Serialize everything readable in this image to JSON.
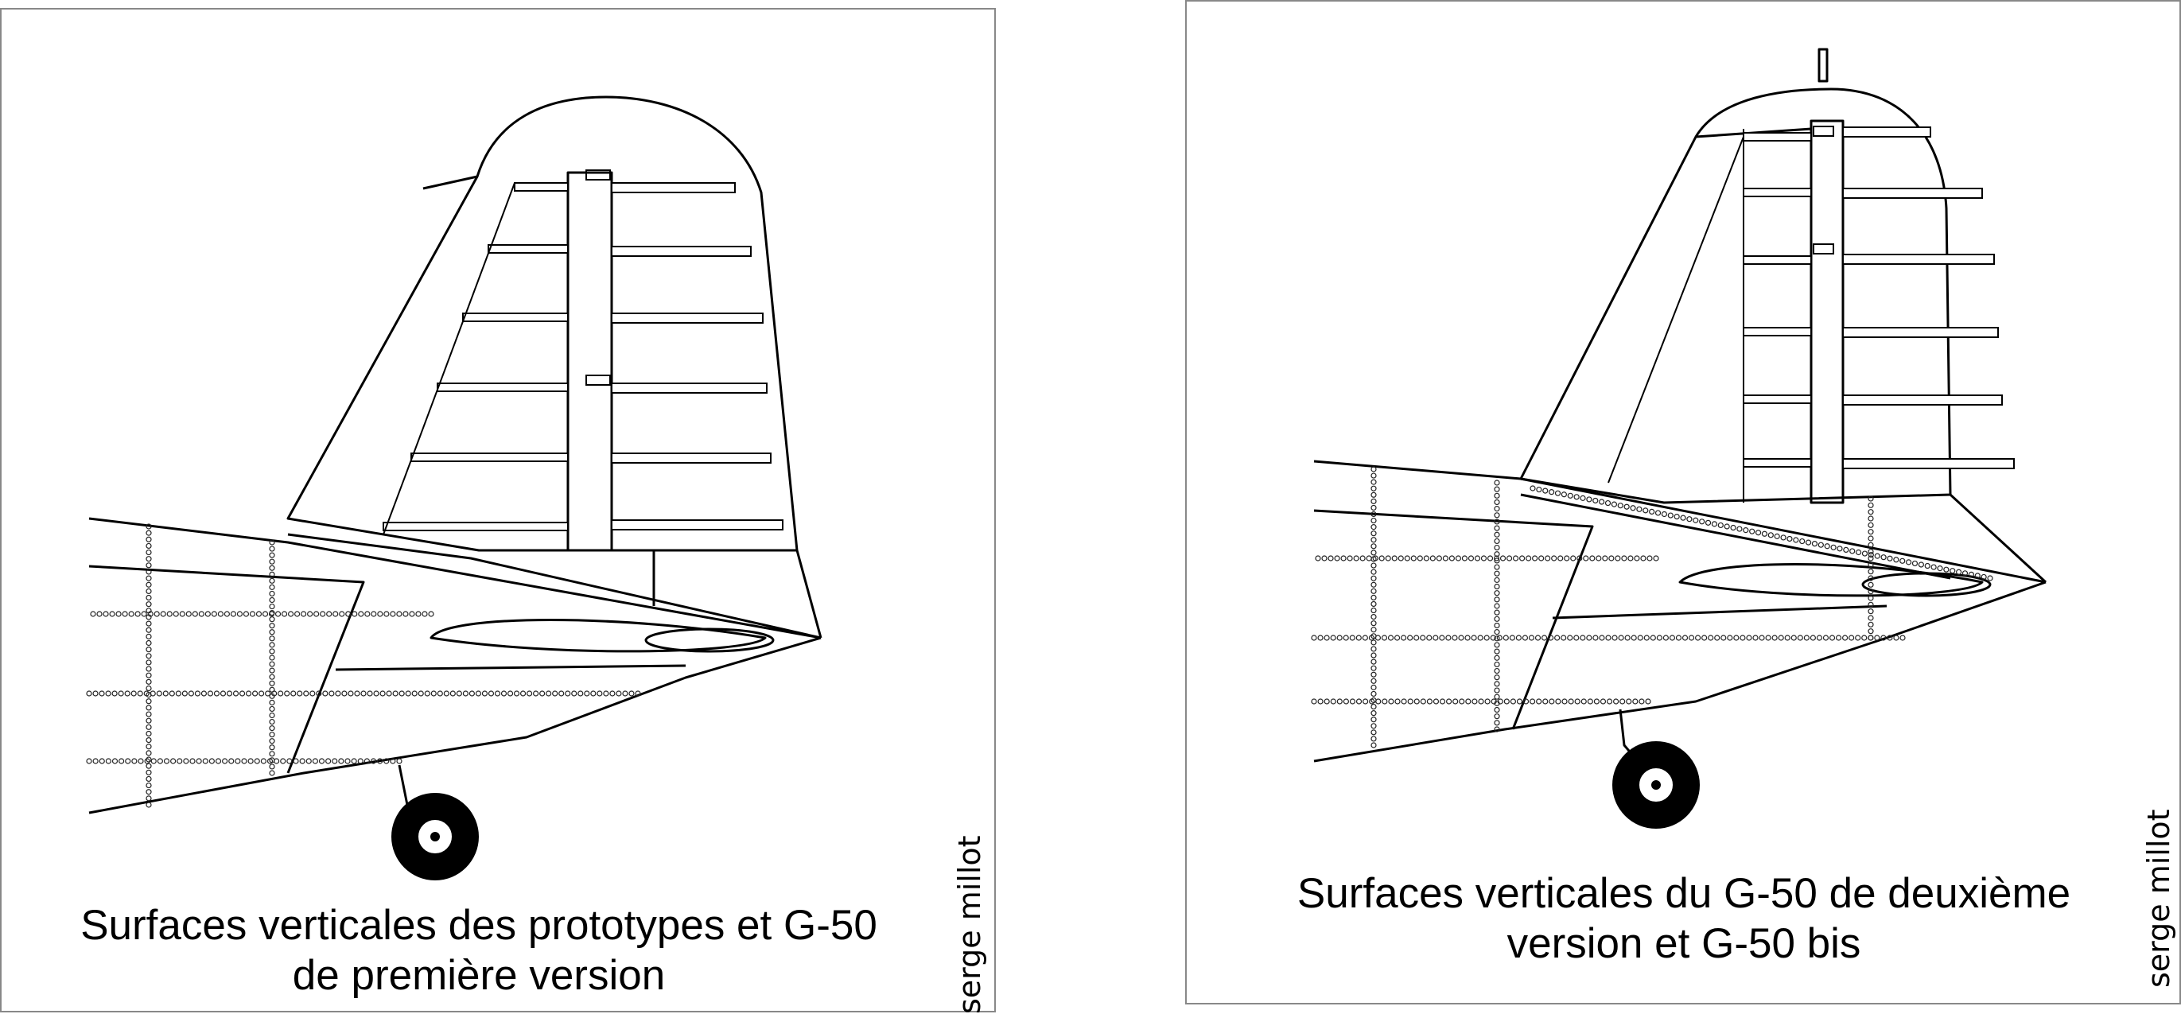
{
  "panels": [
    {
      "caption_line1": "Surfaces verticales des prototypes et G-50",
      "caption_line2": "de première version",
      "credit": "serge millot"
    },
    {
      "caption_line1": "Surfaces verticales du G-50 de deuxième",
      "caption_line2": "version et G-50 bis",
      "credit": "serge millot"
    }
  ],
  "colors": {
    "line": "#000000",
    "background": "#ffffff",
    "border": "#888888"
  }
}
